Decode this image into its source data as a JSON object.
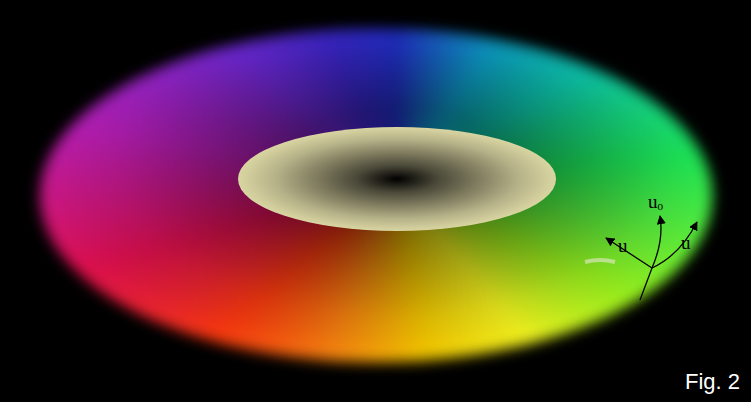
{
  "diagram": {
    "caption": "Fig. 2",
    "labels": [
      "u",
      "uₒ",
      "u"
    ]
  }
}
